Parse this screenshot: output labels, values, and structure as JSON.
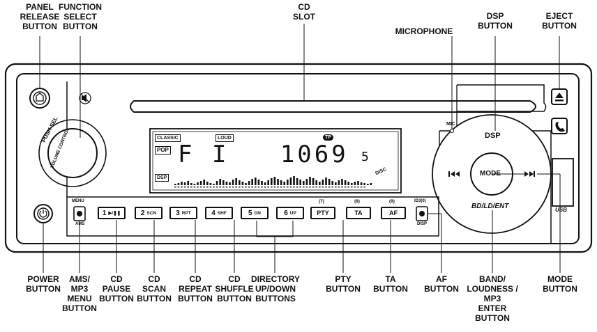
{
  "callouts": {
    "panel_release": "PANEL\nRELEASE\nBUTTON",
    "function_select": "FUNCTION\nSELECT\nBUTTON",
    "cd_slot": "CD\nSLOT",
    "microphone": "MICROPHONE",
    "dsp": "DSP\nBUTTON",
    "eject": "EJECT\nBUTTON",
    "power": "POWER\nBUTTON",
    "ams": "AMS/\nMP3\nMENU\nBUTTON",
    "cd_pause": "CD\nPAUSE\nBUTTON",
    "cd_scan": "CD\nSCAN\nBUTTON",
    "cd_repeat": "CD\nREPEAT\nBUTTON",
    "cd_shuffle": "CD\nSHUFFLE\nBUTTON",
    "directory": "DIRECTORY\nUP/DOWN\nBUTTONS",
    "pty": "PTY\nBUTTON",
    "ta": "TA\nBUTTON",
    "af": "AF\nBUTTON",
    "band": "BAND/\nLOUDNESS /\nMP3\nENTER\nBUTTON",
    "mode": "MODE\nBUTTON"
  },
  "panel": {
    "knob_text_top": "PUSH SEL",
    "knob_text_bottom": "VOLUME CONTROL",
    "mic_label": "MIC",
    "dsp_label": "DSP",
    "mode_label": "MODE",
    "band_label": "BD/LD/ENT",
    "usb_label": "USB",
    "menu_top": "MENU",
    "menu_bottom": "AMS",
    "id3_top": "ID3(0)",
    "id3_bottom": "DISP"
  },
  "display": {
    "classic": "CLASSIC",
    "loud": "LOUD",
    "pop": "POP",
    "dsp": "DSP",
    "tp": "TP",
    "freq": "F I   1069",
    "digit": "5",
    "disc": "DISC"
  },
  "preset_buttons": [
    {
      "num": "1",
      "text": "▶/❚❚",
      "top": ""
    },
    {
      "num": "2",
      "text": "SCN",
      "top": ""
    },
    {
      "num": "3",
      "text": "RPT",
      "top": ""
    },
    {
      "num": "4",
      "text": "SHF",
      "top": ""
    },
    {
      "num": "5",
      "text": "DN",
      "top": ""
    },
    {
      "num": "6",
      "text": "UP",
      "top": ""
    }
  ],
  "rds_buttons": [
    {
      "text": "PTY",
      "top": "(7)"
    },
    {
      "text": "TA",
      "top": "(8)"
    },
    {
      "text": "AF",
      "top": "(9)"
    }
  ]
}
